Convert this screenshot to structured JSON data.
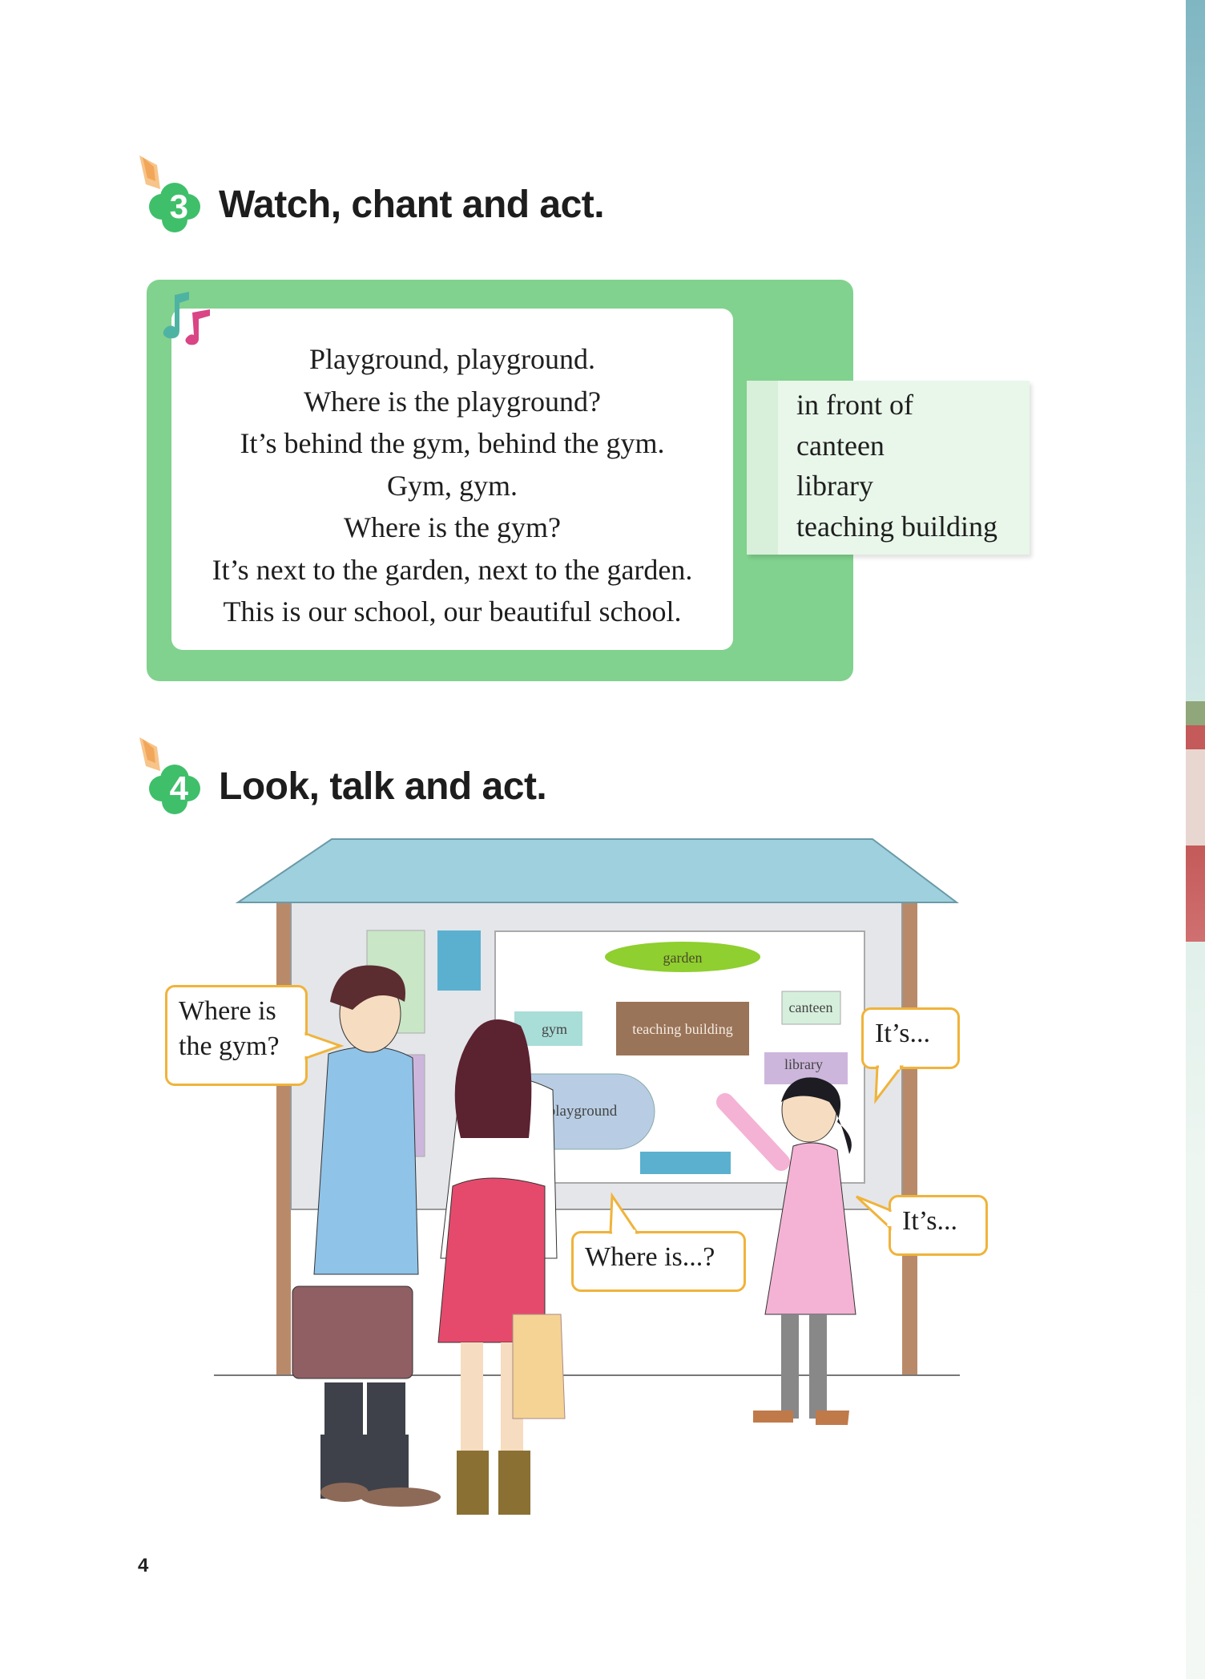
{
  "section3": {
    "number": "3",
    "title": "Watch, chant and act.",
    "chant_lines": [
      "Playground, playground.",
      "Where is the playground?",
      "It’s behind the gym, behind the gym.",
      "Gym, gym.",
      "Where is the gym?",
      "It’s next to the garden, next to the garden.",
      "This is our school, our beautiful school."
    ],
    "word_box": [
      "in front of",
      "canteen",
      "library",
      "teaching building"
    ]
  },
  "section4": {
    "number": "4",
    "title": "Look, talk and act.",
    "board_labels": {
      "garden": "garden",
      "gym": "gym",
      "teaching_building": "teaching building",
      "canteen": "canteen",
      "library": "library",
      "playground": "playground"
    },
    "bubbles": {
      "man_line1": "Where is",
      "man_line2": "the gym?",
      "girl_top": "It’s...",
      "woman": "Where is...?",
      "girl_bottom": "It’s..."
    }
  },
  "page_number": "4",
  "colors": {
    "section_green": "#81d28e",
    "badge_green": "#3fbf6a",
    "bubble_border": "#f0b33a",
    "roof": "#9fd0de"
  }
}
